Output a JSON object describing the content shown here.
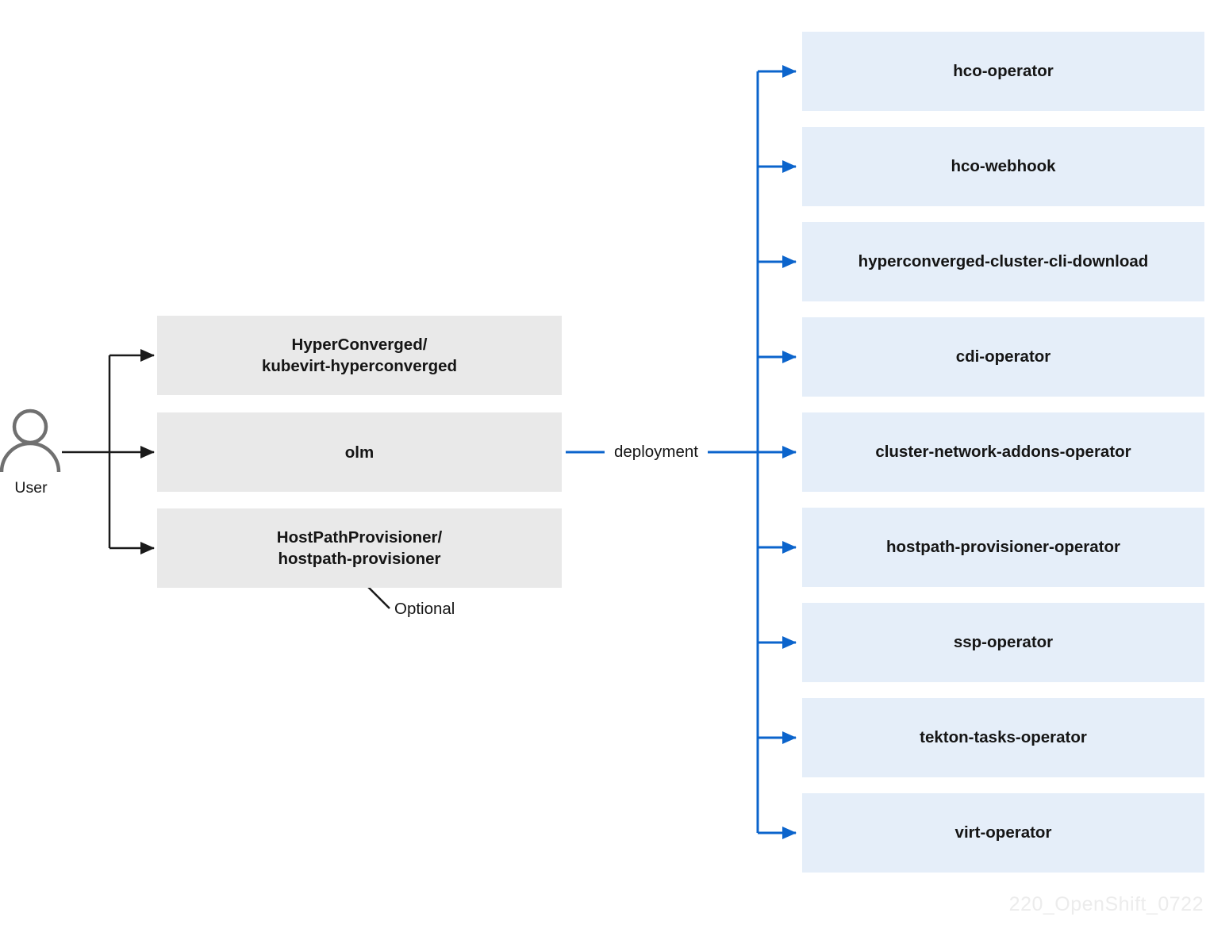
{
  "diagram": {
    "user": {
      "label": "User"
    },
    "left_boxes": [
      {
        "line1": "HyperConverged/",
        "line2": "kubevirt-hyperconverged"
      },
      {
        "line1": "olm",
        "line2": ""
      },
      {
        "line1": "HostPathProvisioner/",
        "line2": "hostpath-provisioner"
      }
    ],
    "optional_label": "Optional",
    "edge_label": "deployment",
    "right_boxes": [
      {
        "label": "hco-operator"
      },
      {
        "label": "hco-webhook"
      },
      {
        "label": "hyperconverged-cluster-cli-download"
      },
      {
        "label": "cdi-operator"
      },
      {
        "label": "cluster-network-addons-operator"
      },
      {
        "label": "hostpath-provisioner-operator"
      },
      {
        "label": "ssp-operator"
      },
      {
        "label": "tekton-tasks-operator"
      },
      {
        "label": "virt-operator"
      }
    ],
    "watermark": "220_OpenShift_0722",
    "colors": {
      "line_black": "#1a1a1a",
      "line_blue": "#0b64cc",
      "left_box_bg": "#e9e9e9",
      "right_box_bg": "#e5eef9",
      "text": "#151515",
      "user_icon": "#707070",
      "watermark": "#ececec"
    }
  }
}
